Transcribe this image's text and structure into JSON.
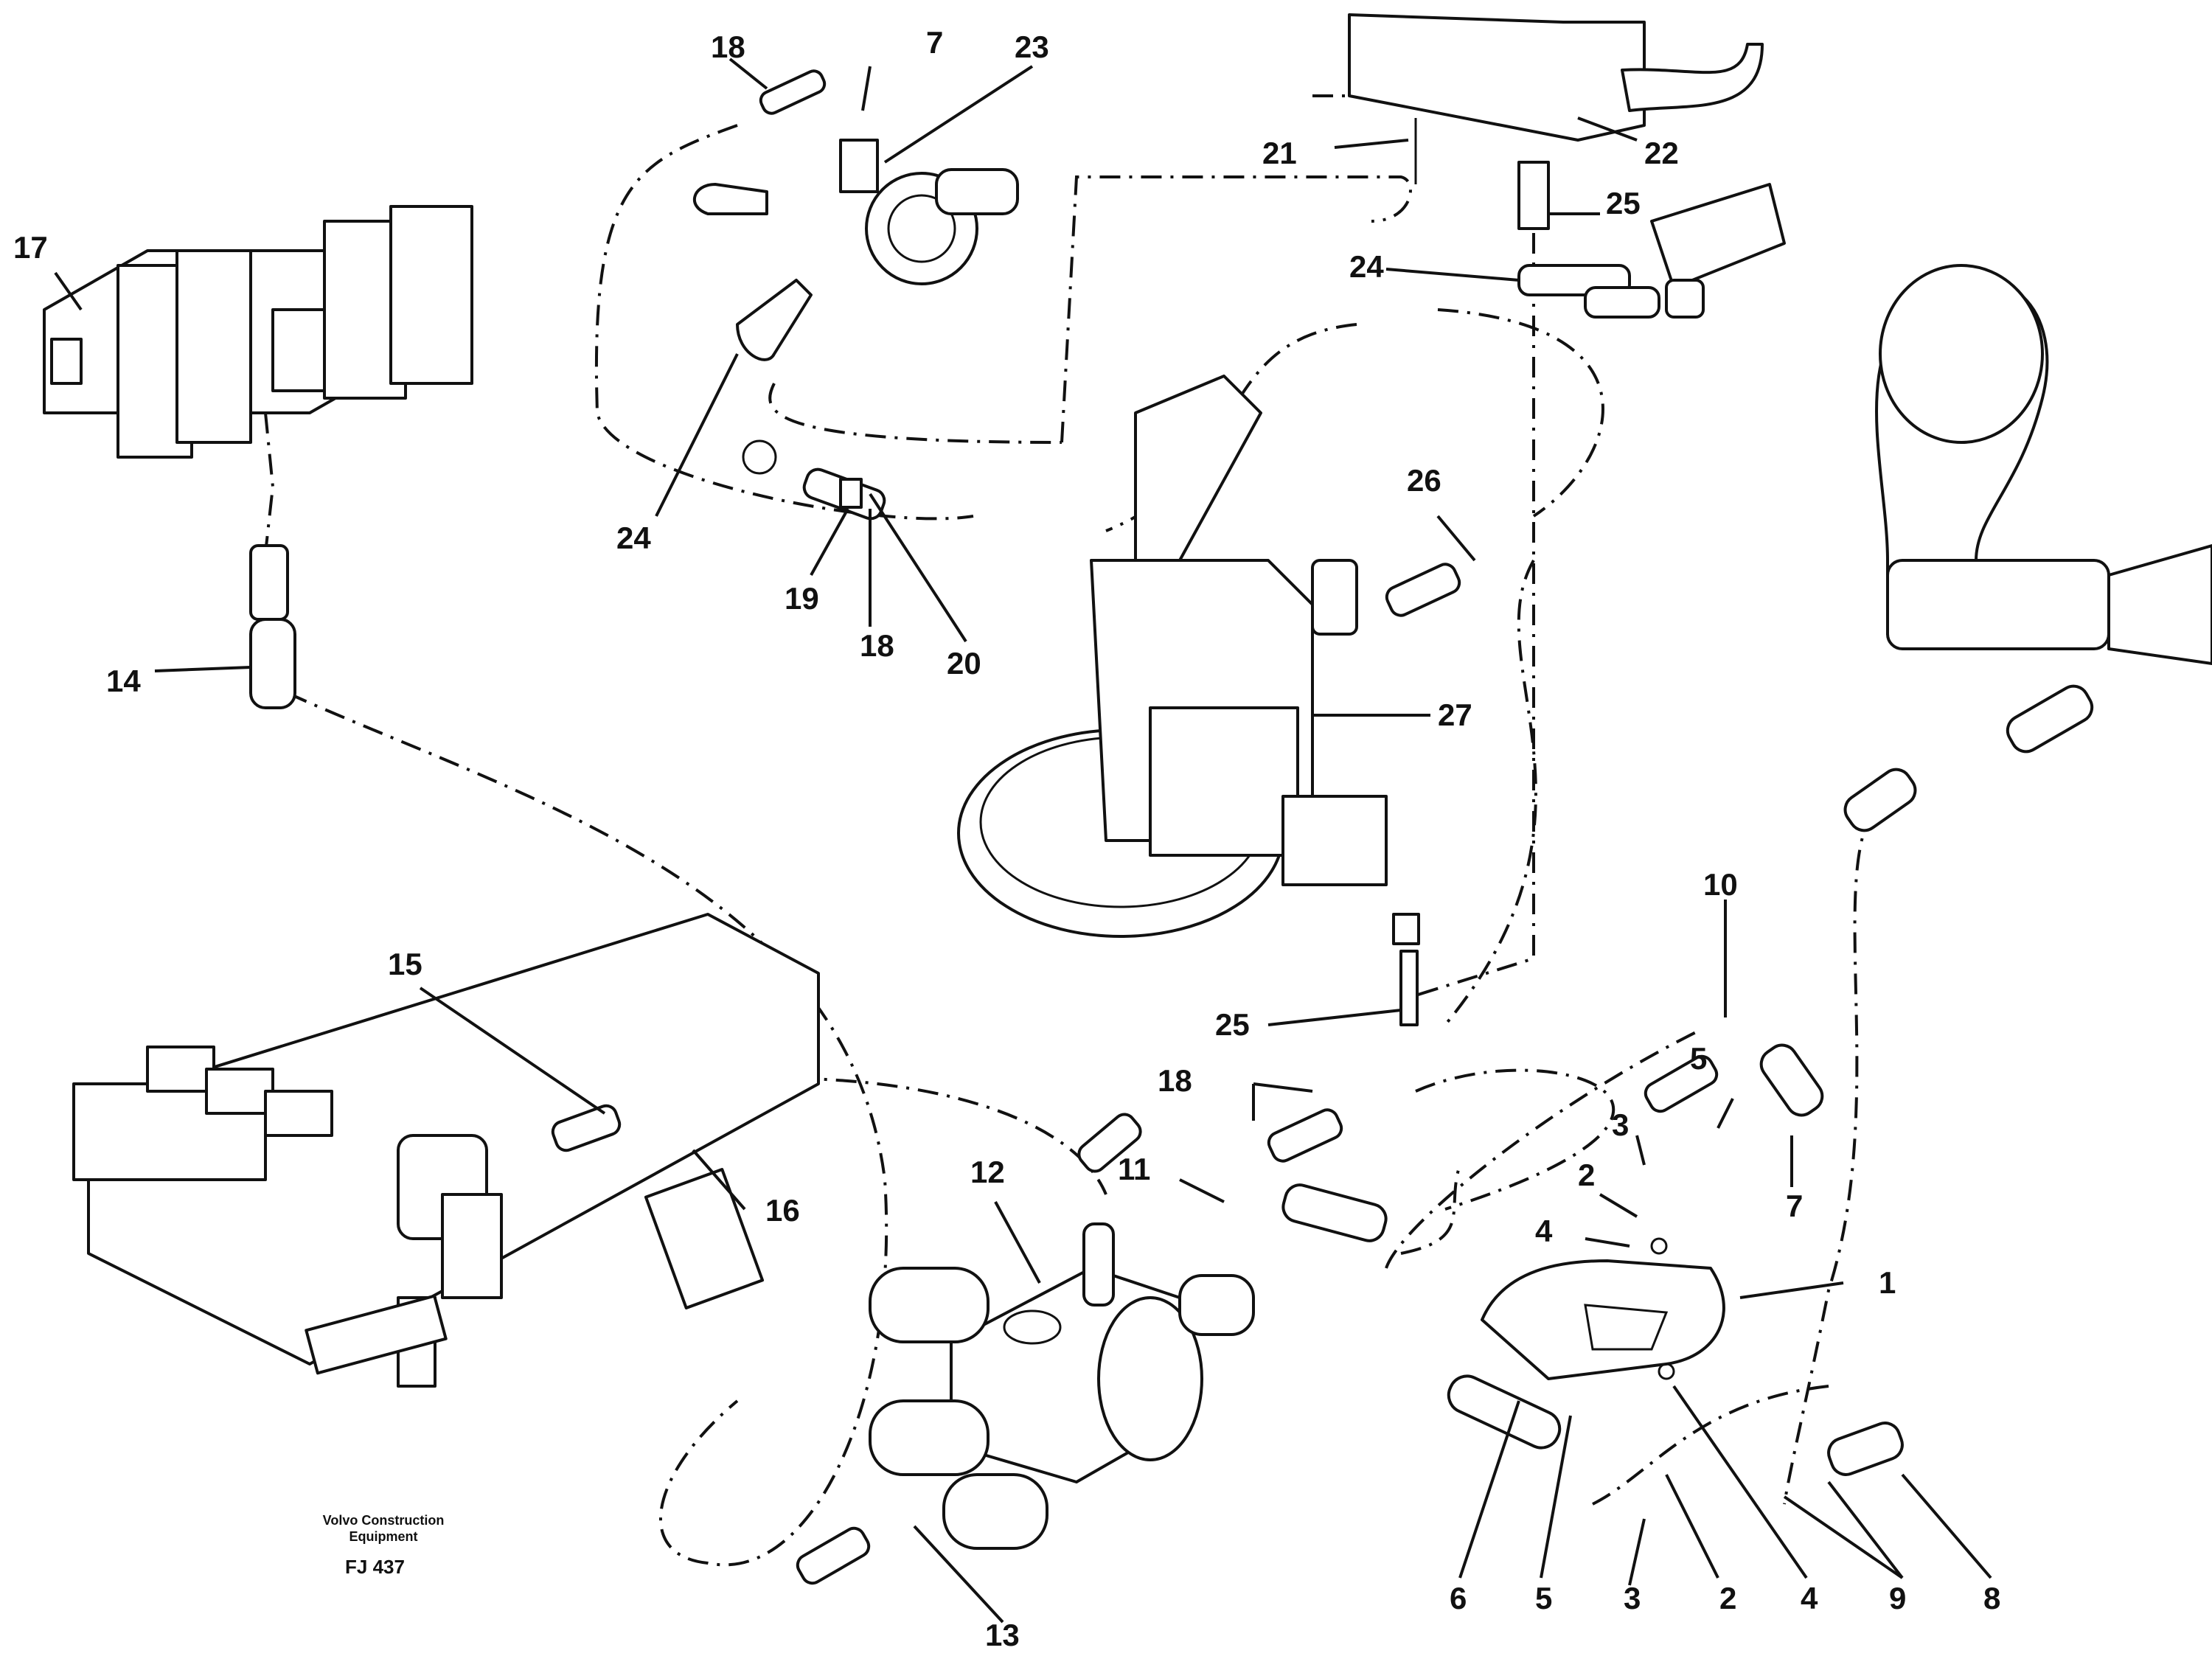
{
  "credit": {
    "line1": "Volvo Construction",
    "line2": "Equipment",
    "figure_code": "FJ 437"
  },
  "callouts": [
    "1",
    "2",
    "3",
    "4",
    "5",
    "6",
    "7",
    "8",
    "9",
    "10",
    "11",
    "12",
    "13",
    "14",
    "15",
    "16",
    "17",
    "18",
    "19",
    "20",
    "21",
    "22",
    "23",
    "24",
    "25",
    "26",
    "27"
  ]
}
